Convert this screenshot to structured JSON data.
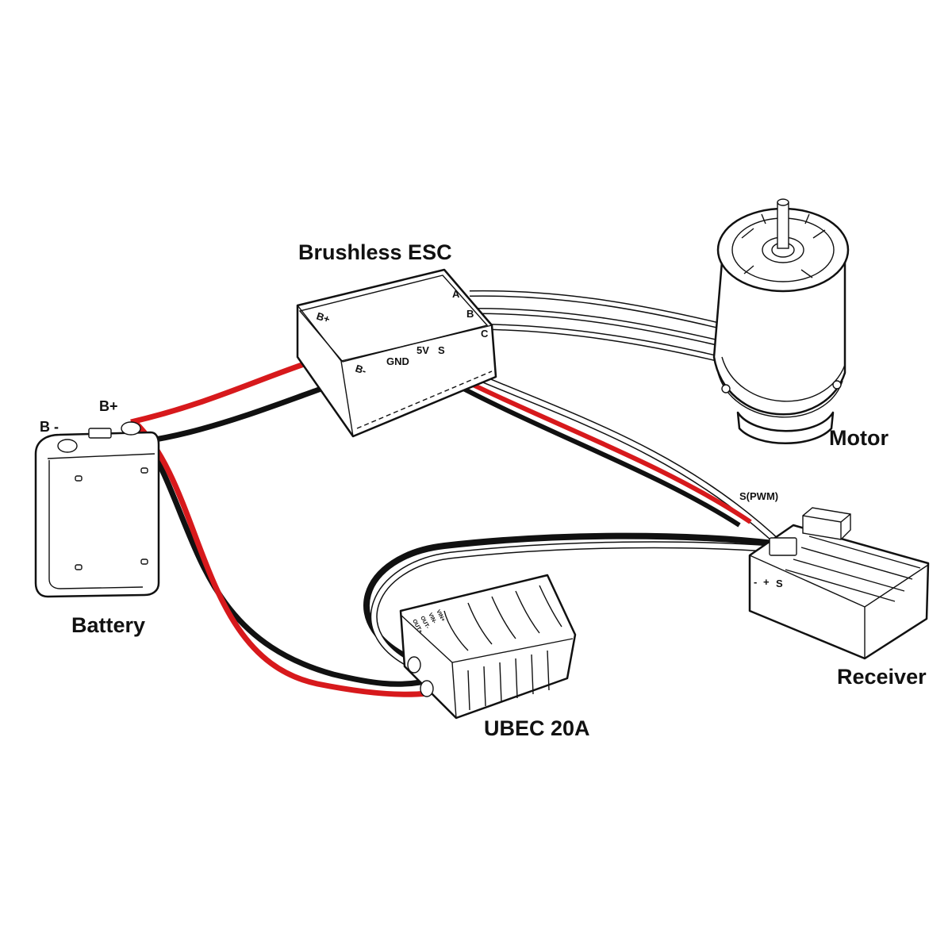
{
  "components": {
    "esc": {
      "title": "Brushless ESC",
      "terminals": {
        "b_plus": "B+",
        "b_minus": "B-",
        "gnd": "GND",
        "v5": "5V",
        "s": "S",
        "a": "A",
        "b": "B",
        "c": "C"
      }
    },
    "motor": {
      "title": "Motor"
    },
    "battery": {
      "title": "Battery",
      "terminals": {
        "b_plus": "B+",
        "b_minus": "B -"
      }
    },
    "receiver": {
      "title": "Receiver",
      "pins": {
        "minus": "-",
        "plus": "+",
        "s": "S"
      }
    },
    "ubec": {
      "title": "UBEC 20A",
      "pin_labels": [
        "OUT+",
        "OUT-",
        "VIN-",
        "VIN+"
      ]
    }
  },
  "signal_label": "S(PWM)",
  "colors": {
    "positive_wire": "#d7191c",
    "negative_wire": "#111111",
    "signal_wire": "#ffffff",
    "outline": "#111111"
  }
}
